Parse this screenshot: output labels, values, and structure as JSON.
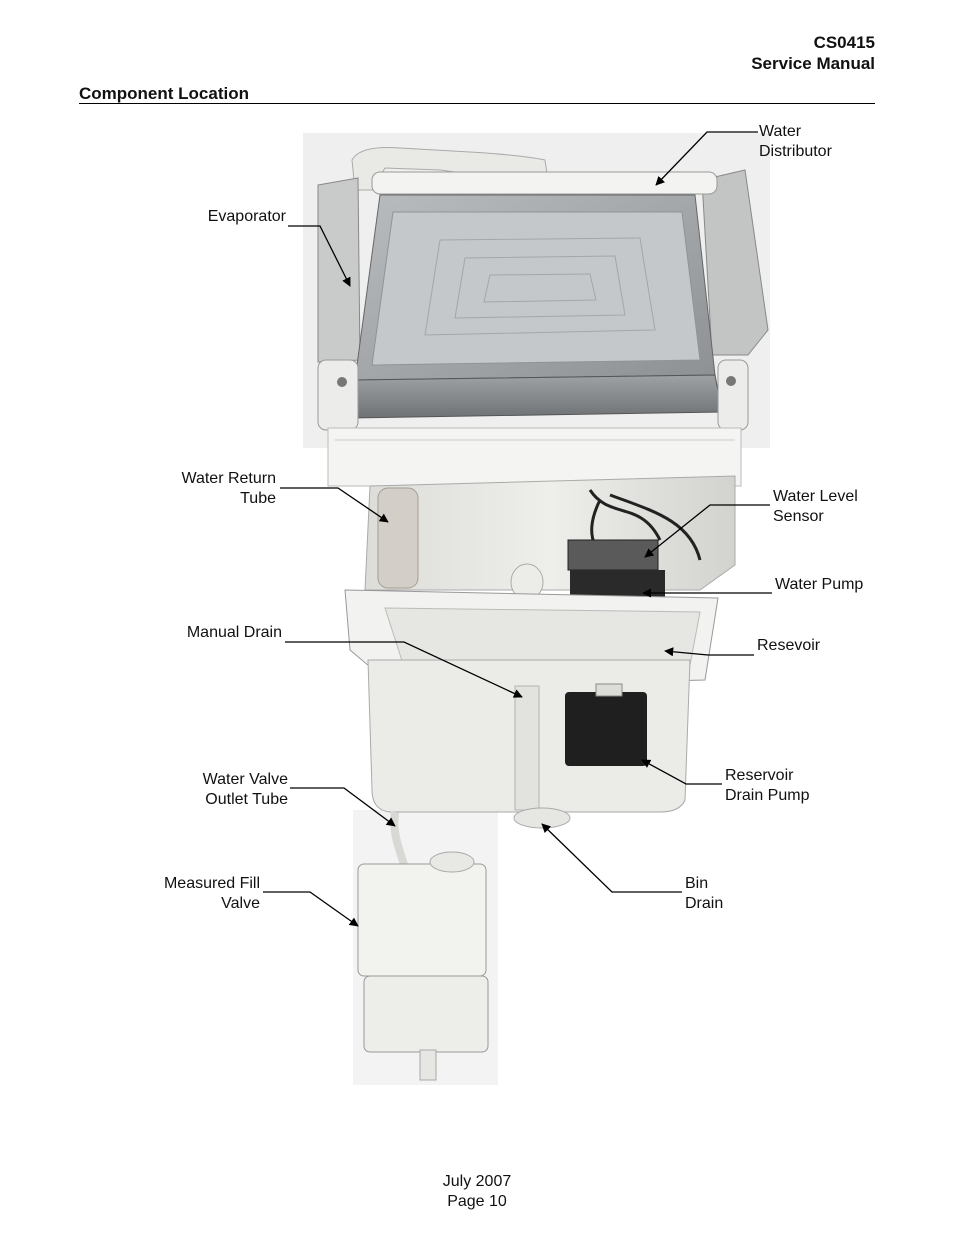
{
  "header": {
    "doc_id": "CS0415",
    "doc_type": "Service Manual"
  },
  "section_title": "Component Location",
  "labels": {
    "water_distributor": "Water\nDistributor",
    "evaporator": "Evaporator",
    "water_return_tube": "Water Return\nTube",
    "water_level_sensor": "Water Level\nSensor",
    "water_pump": "Water Pump",
    "manual_drain": "Manual Drain",
    "resevoir": "Resevoir",
    "water_valve_outlet_tube": "Water Valve\nOutlet Tube",
    "reservoir_drain_pump": "Reservoir\nDrain Pump",
    "measured_fill_valve": "Measured Fill\nValve",
    "bin_drain": "Bin\nDrain"
  },
  "footer": {
    "date": "July 2007",
    "page": "Page 10"
  }
}
